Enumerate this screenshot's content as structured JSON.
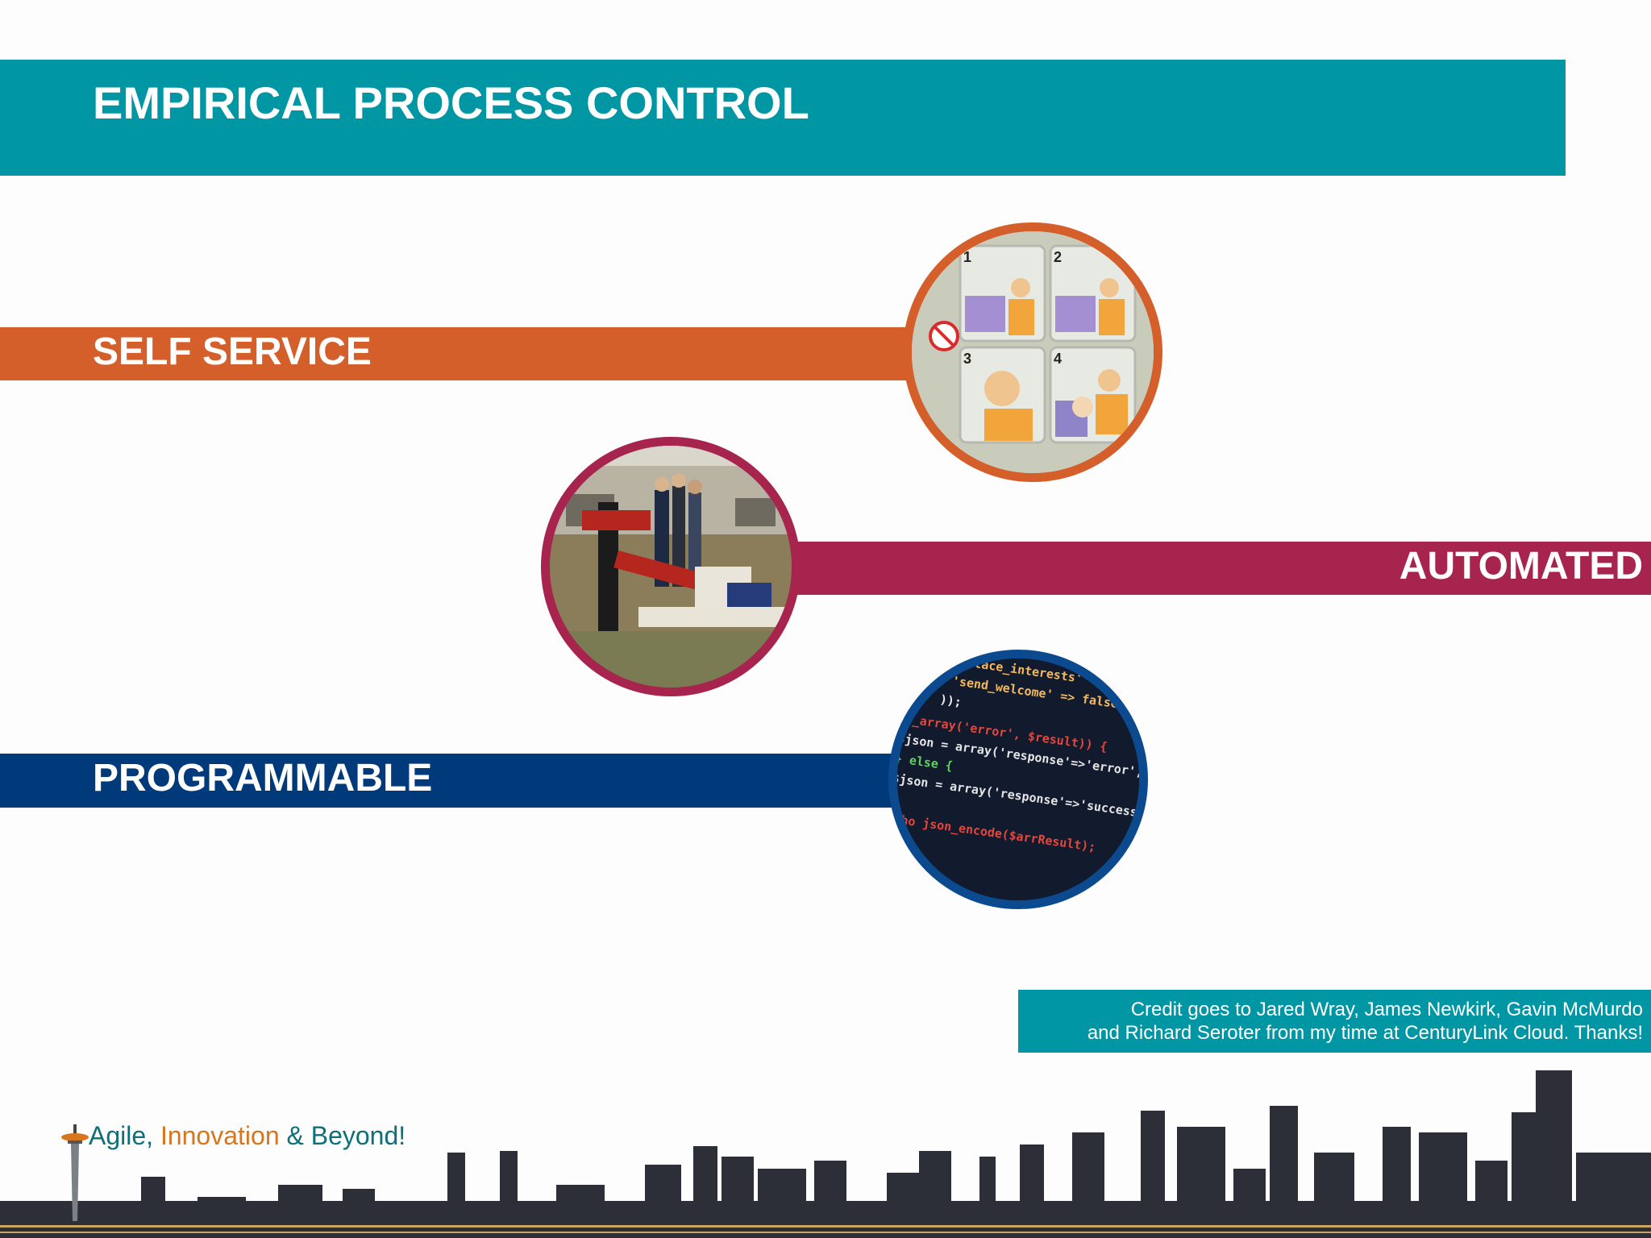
{
  "title": "EMPIRICAL PROCESS CONTROL",
  "bands": {
    "self_service": "SELF SERVICE",
    "automated": "AUTOMATED",
    "programmable": "PROGRAMMABLE"
  },
  "credit": {
    "line1": "Credit goes to Jared Wray, James Newkirk, Gavin McMurdo",
    "line2": "and Richard Seroter from my time at CenturyLink Cloud. Thanks!"
  },
  "tagline": {
    "part1": "Agile, ",
    "part2": "Innovation",
    "part3": " & Beyond!"
  },
  "images": {
    "self_service": {
      "panel_numbers": [
        "1",
        "2",
        "3",
        "4"
      ]
    },
    "programmable": {
      "code_lines": [
        "'replace_interests' => false,",
        "'send_welcome'      => false,",
        "));",
        "_array('error', $result)) {",
        "$json = array('response'=>'error','message'",
        "} else {",
        "$json = array('response'=>'success');",
        "}",
        "echo json_encode($arrResult);"
      ]
    }
  },
  "colors": {
    "teal": "#0096a4",
    "orange": "#d55f2b",
    "crimson": "#a6244d",
    "navy": "#003a7a",
    "tagline_teal": "#0d6f79",
    "tagline_orange": "#d8751f"
  }
}
